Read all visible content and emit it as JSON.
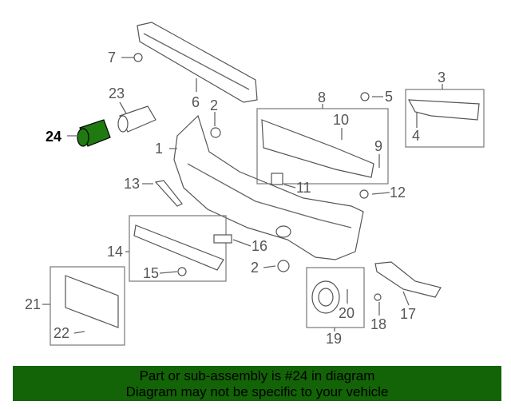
{
  "diagram": {
    "callouts": {
      "c1": "1",
      "c2a": "2",
      "c2b": "2",
      "c3": "3",
      "c4": "4",
      "c5": "5",
      "c6": "6",
      "c7": "7",
      "c8": "8",
      "c9": "9",
      "c10": "10",
      "c11": "11",
      "c12": "12",
      "c13": "13",
      "c14": "14",
      "c15": "15",
      "c16": "16",
      "c17": "17",
      "c18": "18",
      "c19": "19",
      "c20": "20",
      "c21": "21",
      "c22": "22",
      "c23": "23",
      "c24": "24"
    },
    "highlighted_part": "24",
    "highlight_color": "#1f7a10"
  },
  "banner": {
    "line1": "Part or sub-assembly is #24 in diagram",
    "line2": "Diagram may not be specific to your vehicle",
    "color": "#136307"
  }
}
